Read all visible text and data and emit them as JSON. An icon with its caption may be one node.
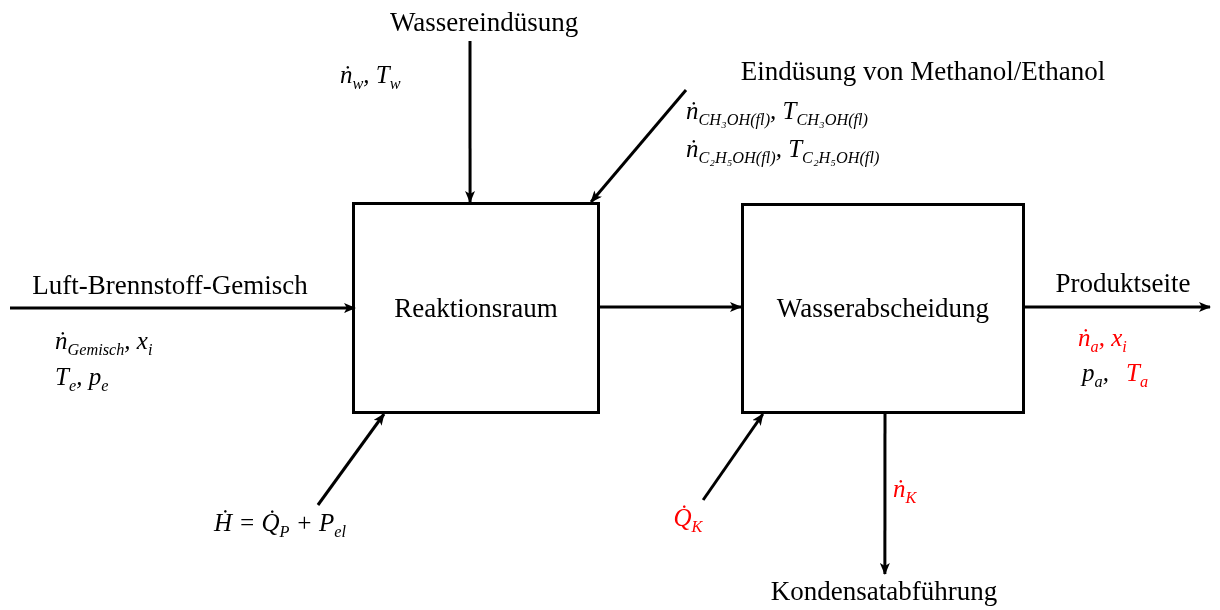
{
  "diagram": {
    "nodes": [
      {
        "text": [
          "Wassereindüsung"
        ],
        "beside": [
          "ṅ$_{w}$, T$_{w}$"
        ]
      },
      {
        "text": [
          "Eindüsung von Methanol/Ethanol"
        ],
        "beside": [
          "ṅ$_{CH₃OH(fl)}$, T$_{CH₃OH(fl)}$",
          "ṅ$_{C₂H₅OH(fl)}$, T$_{C₂H₅OH(fl)}$"
        ]
      },
      {
        "text": [
          "Luft-Brennstoff-Gemisch"
        ],
        "beside": [
          "ṅ$_{Gemisch}$, x$_{i}$",
          "T$_{e}$, p$_{e}$"
        ]
      },
      {
        "text": [
          "Reaktionsraum"
        ]
      },
      {
        "text": [
          "Ḣ = Q̇$_{P}$ + P$_{el}$"
        ]
      },
      {
        "text": [
          "Wasserabscheidung"
        ]
      },
      {
        "text": [
          "Q̇$_{K}$"
        ]
      },
      {
        "text": [
          "Produktseite"
        ],
        "beside": [
          "ṅ$_{a}$, x$_{i}$",
          "p$_{a}$,",
          "T$_{a}$"
        ]
      },
      {
        "text": [
          "Kondensatabführung"
        ]
      }
    ],
    "edges": [
      {
        "from": 0,
        "to": 3,
        "arrow": "to"
      },
      {
        "from": 1,
        "to": 3,
        "arrow": "to"
      },
      {
        "from": 2,
        "to": 3,
        "arrow": "to"
      },
      {
        "from": 4,
        "to": 3,
        "arrow": "to"
      },
      {
        "from": 3,
        "to": 5,
        "arrow": "to"
      },
      {
        "from": 6,
        "to": 5,
        "arrow": "to"
      },
      {
        "from": 5,
        "to": 7,
        "arrow": "to"
      },
      {
        "from": 5,
        "to": 8,
        "arrow": "to",
        "label": "ṅ$_{K}$"
      }
    ]
  }
}
